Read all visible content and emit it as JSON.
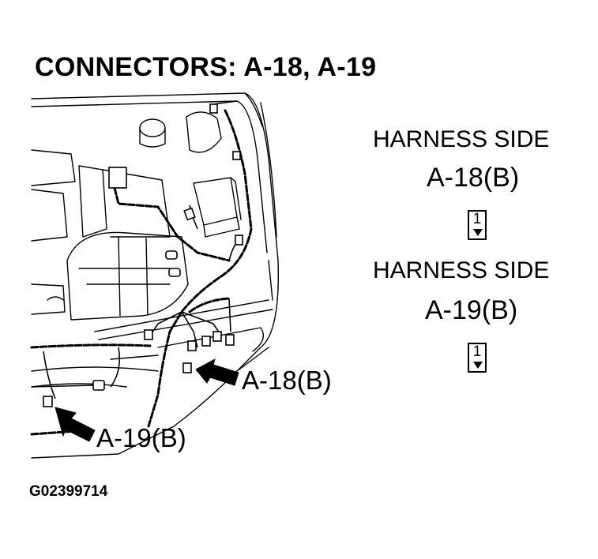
{
  "title": "CONNECTORS: A-18, A-19",
  "panel": [
    {
      "heading": "HARNESS SIDE",
      "code": "A-18(B)",
      "pin": "1"
    },
    {
      "heading": "HARNESS SIDE",
      "code": "A-19(B)",
      "pin": "1"
    }
  ],
  "callouts": {
    "a18": "A-18(B)",
    "a19": "A-19(B)"
  },
  "figure_id": "G02399714"
}
